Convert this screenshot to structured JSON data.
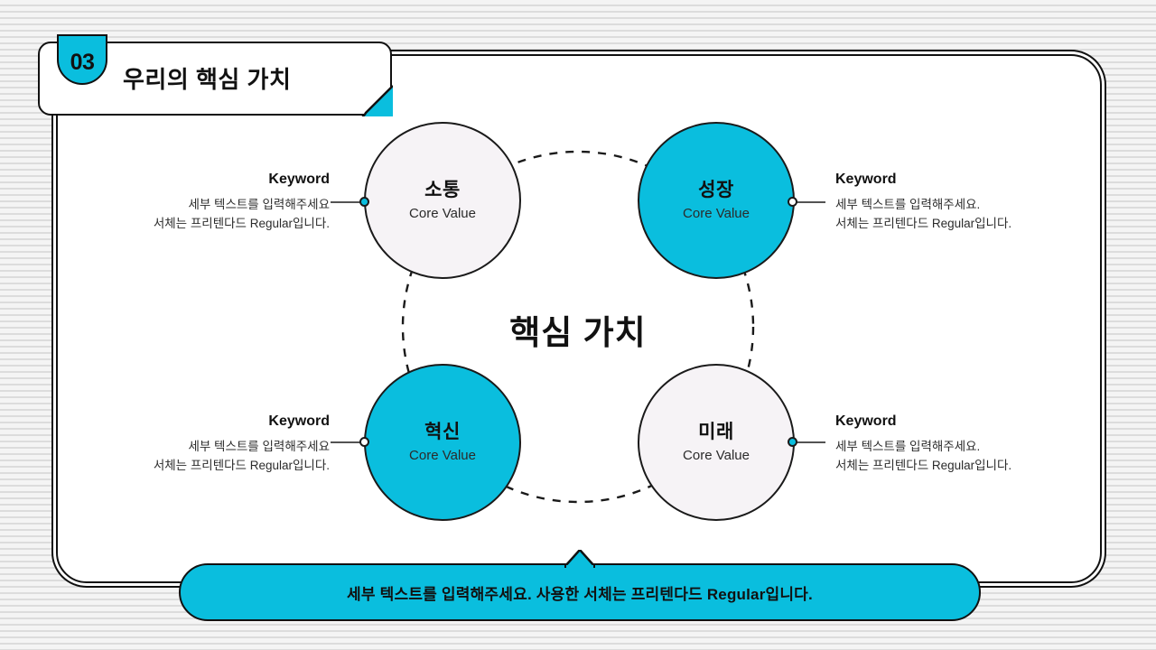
{
  "header": {
    "badge_number": "03",
    "title": "우리의 핵심 가치"
  },
  "center": {
    "label": "핵심 가치"
  },
  "nodes": [
    {
      "id": "top-left",
      "title": "소통",
      "subtitle": "Core Value",
      "style": "light"
    },
    {
      "id": "top-right",
      "title": "성장",
      "subtitle": "Core Value",
      "style": "accent"
    },
    {
      "id": "bottom-left",
      "title": "혁신",
      "subtitle": "Core Value",
      "style": "accent"
    },
    {
      "id": "bottom-right",
      "title": "미래",
      "subtitle": "Core Value",
      "style": "light"
    }
  ],
  "info": {
    "top_left": {
      "keyword": "Keyword",
      "line1": "세부 텍스트를 입력해주세요",
      "line2": "서체는 프리텐다드 Regular입니다."
    },
    "top_right": {
      "keyword": "Keyword",
      "line1": "세부 텍스트를 입력해주세요.",
      "line2": "서체는 프리텐다드 Regular입니다."
    },
    "bottom_left": {
      "keyword": "Keyword",
      "line1": "세부 텍스트를 입력해주세요",
      "line2": "서체는 프리텐다드 Regular입니다."
    },
    "bottom_right": {
      "keyword": "Keyword",
      "line1": "세부 텍스트를 입력해주세요.",
      "line2": "서체는 프리텐다드 Regular입니다."
    }
  },
  "banner": {
    "text": "세부 텍스트를 입력해주세요. 사용한 서체는 프리텐다드 Regular입니다."
  },
  "colors": {
    "accent": "#0ABEDE",
    "outline": "#111111",
    "circle_light": "#f6f3f6",
    "page_background": "#f2f2f2"
  }
}
